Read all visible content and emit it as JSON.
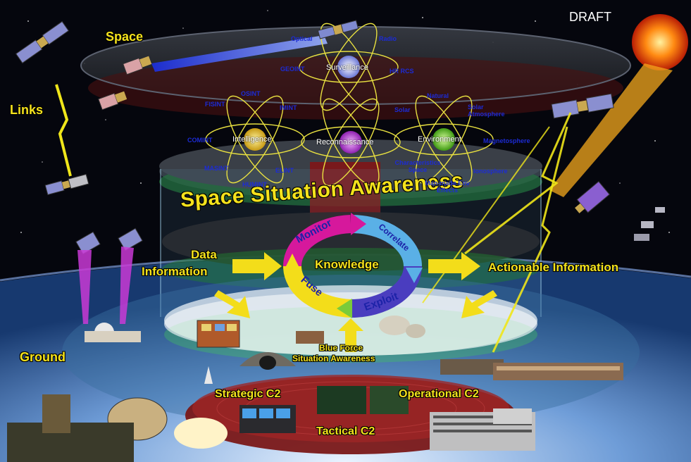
{
  "draft": "DRAFT",
  "title": "Space Situation Awareness",
  "tiers": {
    "space": "Space",
    "links": "Links",
    "ground": "Ground"
  },
  "flow": {
    "data": "Data",
    "information": "Information",
    "actionable": "Actionable Information",
    "knowledge": "Knowledge",
    "cycle": [
      "Monitor",
      "Correlate",
      "Exploit",
      "Fuse"
    ]
  },
  "blue_force": [
    "Blue Force",
    "Situation Awareness"
  ],
  "c2": {
    "strategic": "Strategic C2",
    "operational": "Operational C2",
    "tactical": "Tactical C2"
  },
  "atoms": {
    "surveillance": {
      "label": "Surveillance",
      "color": "#cfd7ff"
    },
    "intelligence": {
      "label": "Intelligence",
      "color": "#f0d23a"
    },
    "reconnaissance": {
      "label": "Reconnaissance",
      "color": "#c94be0"
    },
    "environment": {
      "label": "Environment",
      "color": "#7fe03a"
    }
  },
  "sublabels": {
    "optical": "Optical",
    "radio": "Radio",
    "geoint": "GEOINT",
    "hr_rcs": "HR RCS",
    "osint": "OSINT",
    "fisint": "FISINT",
    "imint": "IMINT",
    "comint": "COMINT",
    "masint": "MASINT",
    "elint": "ELINT",
    "humint": "HUMINT",
    "natural": "Natural",
    "solar": "Solar",
    "solar_atmosphere": "Solar Atmosphere",
    "magnetosphere": "Magnetosphere",
    "ionosphere": "Ionosphere",
    "man_made": "Man-made Env Effects",
    "characteristics": "Characteristics Space"
  },
  "colors": {
    "yellow": "#f4e21c",
    "magenta": "#e0207a",
    "blue": "#3a5bd8",
    "green": "#55c23a",
    "cyan": "#62b9e8"
  }
}
